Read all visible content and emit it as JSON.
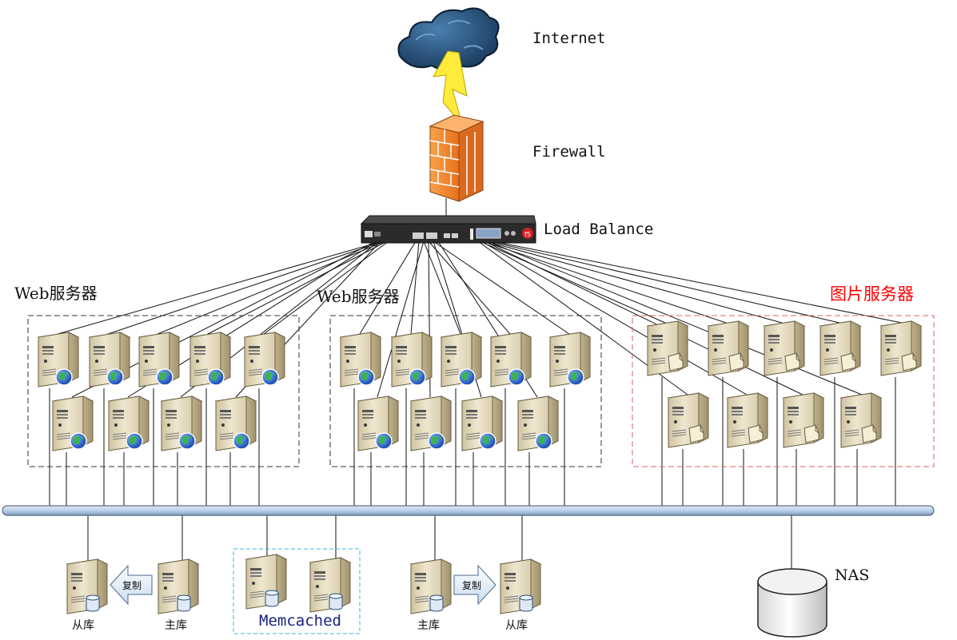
{
  "labels": {
    "internet": "Internet",
    "firewall": "Firewall",
    "load_balance": "Load Balance",
    "web_group_1": "Web服务器",
    "web_group_2": "Web服务器",
    "image_group": "图片服务器",
    "memcached": "Memcached",
    "nas": "NAS",
    "replica_left": "从库",
    "master_left": "主库",
    "master_right": "主库",
    "replica_right": "从库",
    "copy_left": "复制",
    "copy_right": "复制"
  },
  "colors": {
    "image_group": "#ff0000",
    "image_group_border": "#e06060",
    "memcached_border": "#33bbdd",
    "memcached_text": "#1a237e",
    "bus_fill": "#b9d0ea",
    "firewall": "#f28a2e",
    "server_body": "#e6dcc2"
  },
  "icons": {
    "internet": "cloud-icon",
    "lightning": "lightning-icon",
    "firewall": "firewall-icon",
    "load_balancer": "load-balancer-icon",
    "web_server": "web-server-icon",
    "image_server": "image-server-icon",
    "db_server": "database-server-icon",
    "nas": "nas-cylinder-icon",
    "arrow": "arrow-icon"
  }
}
